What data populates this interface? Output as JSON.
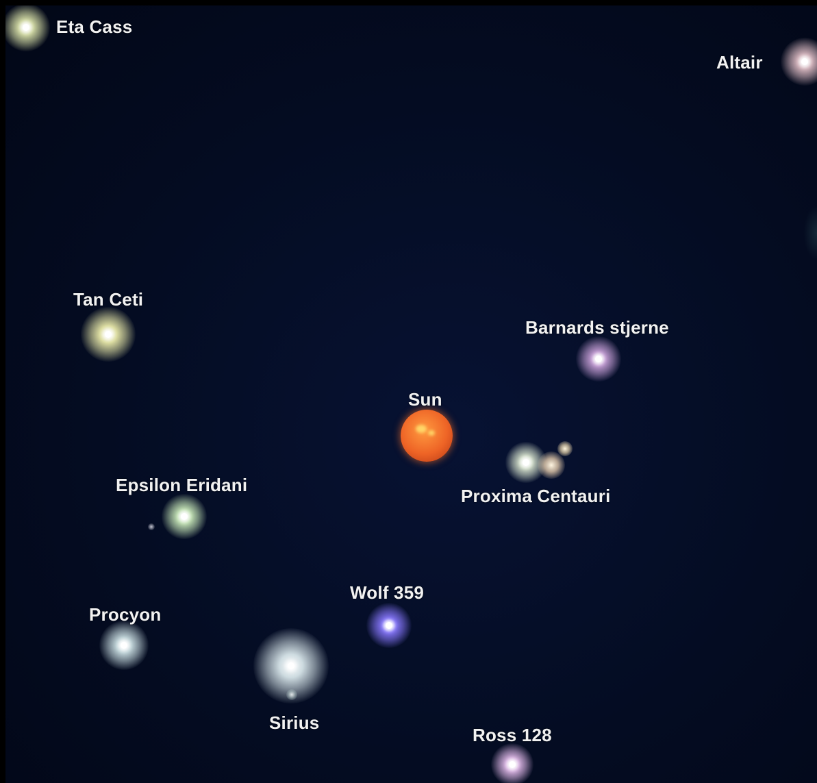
{
  "background_color": "#040c22",
  "objects": [
    {
      "key": "eta_cass",
      "label": "Eta Cass",
      "color": "#d8e0a8"
    },
    {
      "key": "altair",
      "label": "Altair",
      "color": "#d9b8c0"
    },
    {
      "key": "tau_ceti",
      "label": "Tan Ceti",
      "color": "#e8e8a8"
    },
    {
      "key": "barnards",
      "label": "Barnards stjerne",
      "color": "#c8a0d8"
    },
    {
      "key": "sun",
      "label": "Sun",
      "color": "#e8602a"
    },
    {
      "key": "proxima",
      "label": "Proxima Centauri",
      "color": "#d6e2cc"
    },
    {
      "key": "epsilon",
      "label": "Epsilon Eridani",
      "color": "#c8e8b8"
    },
    {
      "key": "wolf",
      "label": "Wolf 359",
      "color": "#8878ff"
    },
    {
      "key": "procyon",
      "label": "Procyon",
      "color": "#c8dce0"
    },
    {
      "key": "sirius",
      "label": "Sirius",
      "color": "#d8e6ea"
    },
    {
      "key": "ross",
      "label": "Ross 128",
      "color": "#e0b8e8"
    }
  ]
}
